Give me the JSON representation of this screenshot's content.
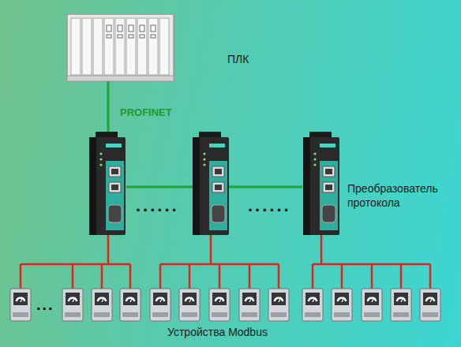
{
  "diagram": {
    "nodes": [
      {
        "text": [
          "ПЛК"
        ]
      },
      {
        "text": [
          "Преобразователь протокола"
        ]
      }
    ],
    "labels": [
      "PROFINET",
      "......",
      "......",
      "...",
      "Устройства Modbus"
    ]
  }
}
